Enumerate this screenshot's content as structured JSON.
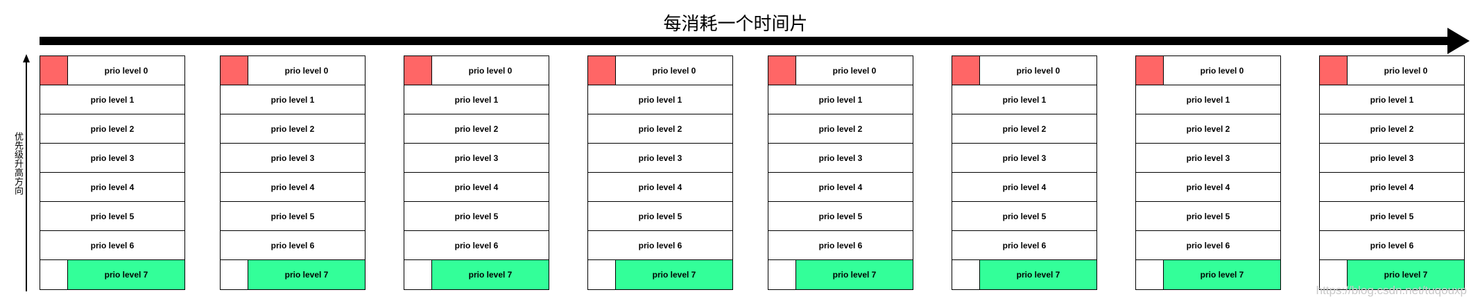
{
  "title": "每消耗一个时间片",
  "ylabel": "优先级升高方向",
  "watermark": "https://blog.csdn.net/tuqouxp",
  "colors": {
    "red": "#ff6666",
    "green": "#33ff99",
    "line": "#000000"
  },
  "stacks": [
    {
      "rows": [
        "prio level 0",
        "prio level 1",
        "prio level 2",
        "prio level 3",
        "prio level 4",
        "prio level 5",
        "prio level 6",
        "prio level 7"
      ]
    },
    {
      "rows": [
        "prio level 0",
        "prio level 1",
        "prio level 2",
        "prio level 3",
        "prio level 4",
        "prio level 5",
        "prio level 6",
        "prio level 7"
      ]
    },
    {
      "rows": [
        "prio level 0",
        "prio level 1",
        "prio level 2",
        "prio level 3",
        "prio level 4",
        "prio level 5",
        "prio level 6",
        "prio level 7"
      ]
    },
    {
      "rows": [
        "prio level 0",
        "prio level 1",
        "prio level 2",
        "prio level 3",
        "prio level 4",
        "prio level 5",
        "prio level 6",
        "prio level 7"
      ]
    },
    {
      "rows": [
        "prio level 0",
        "prio level 1",
        "prio level 2",
        "prio level 3",
        "prio level 4",
        "prio level 5",
        "prio level 6",
        "prio level 7"
      ]
    },
    {
      "rows": [
        "prio level 0",
        "prio level 1",
        "prio level 2",
        "prio level 3",
        "prio level 4",
        "prio level 5",
        "prio level 6",
        "prio level 7"
      ]
    },
    {
      "rows": [
        "prio level 0",
        "prio level 1",
        "prio level 2",
        "prio level 3",
        "prio level 4",
        "prio level 5",
        "prio level 6",
        "prio level 7"
      ]
    },
    {
      "rows": [
        "prio level 0",
        "prio level 1",
        "prio level 2",
        "prio level 3",
        "prio level 4",
        "prio level 5",
        "prio level 6",
        "prio level 7"
      ]
    }
  ]
}
